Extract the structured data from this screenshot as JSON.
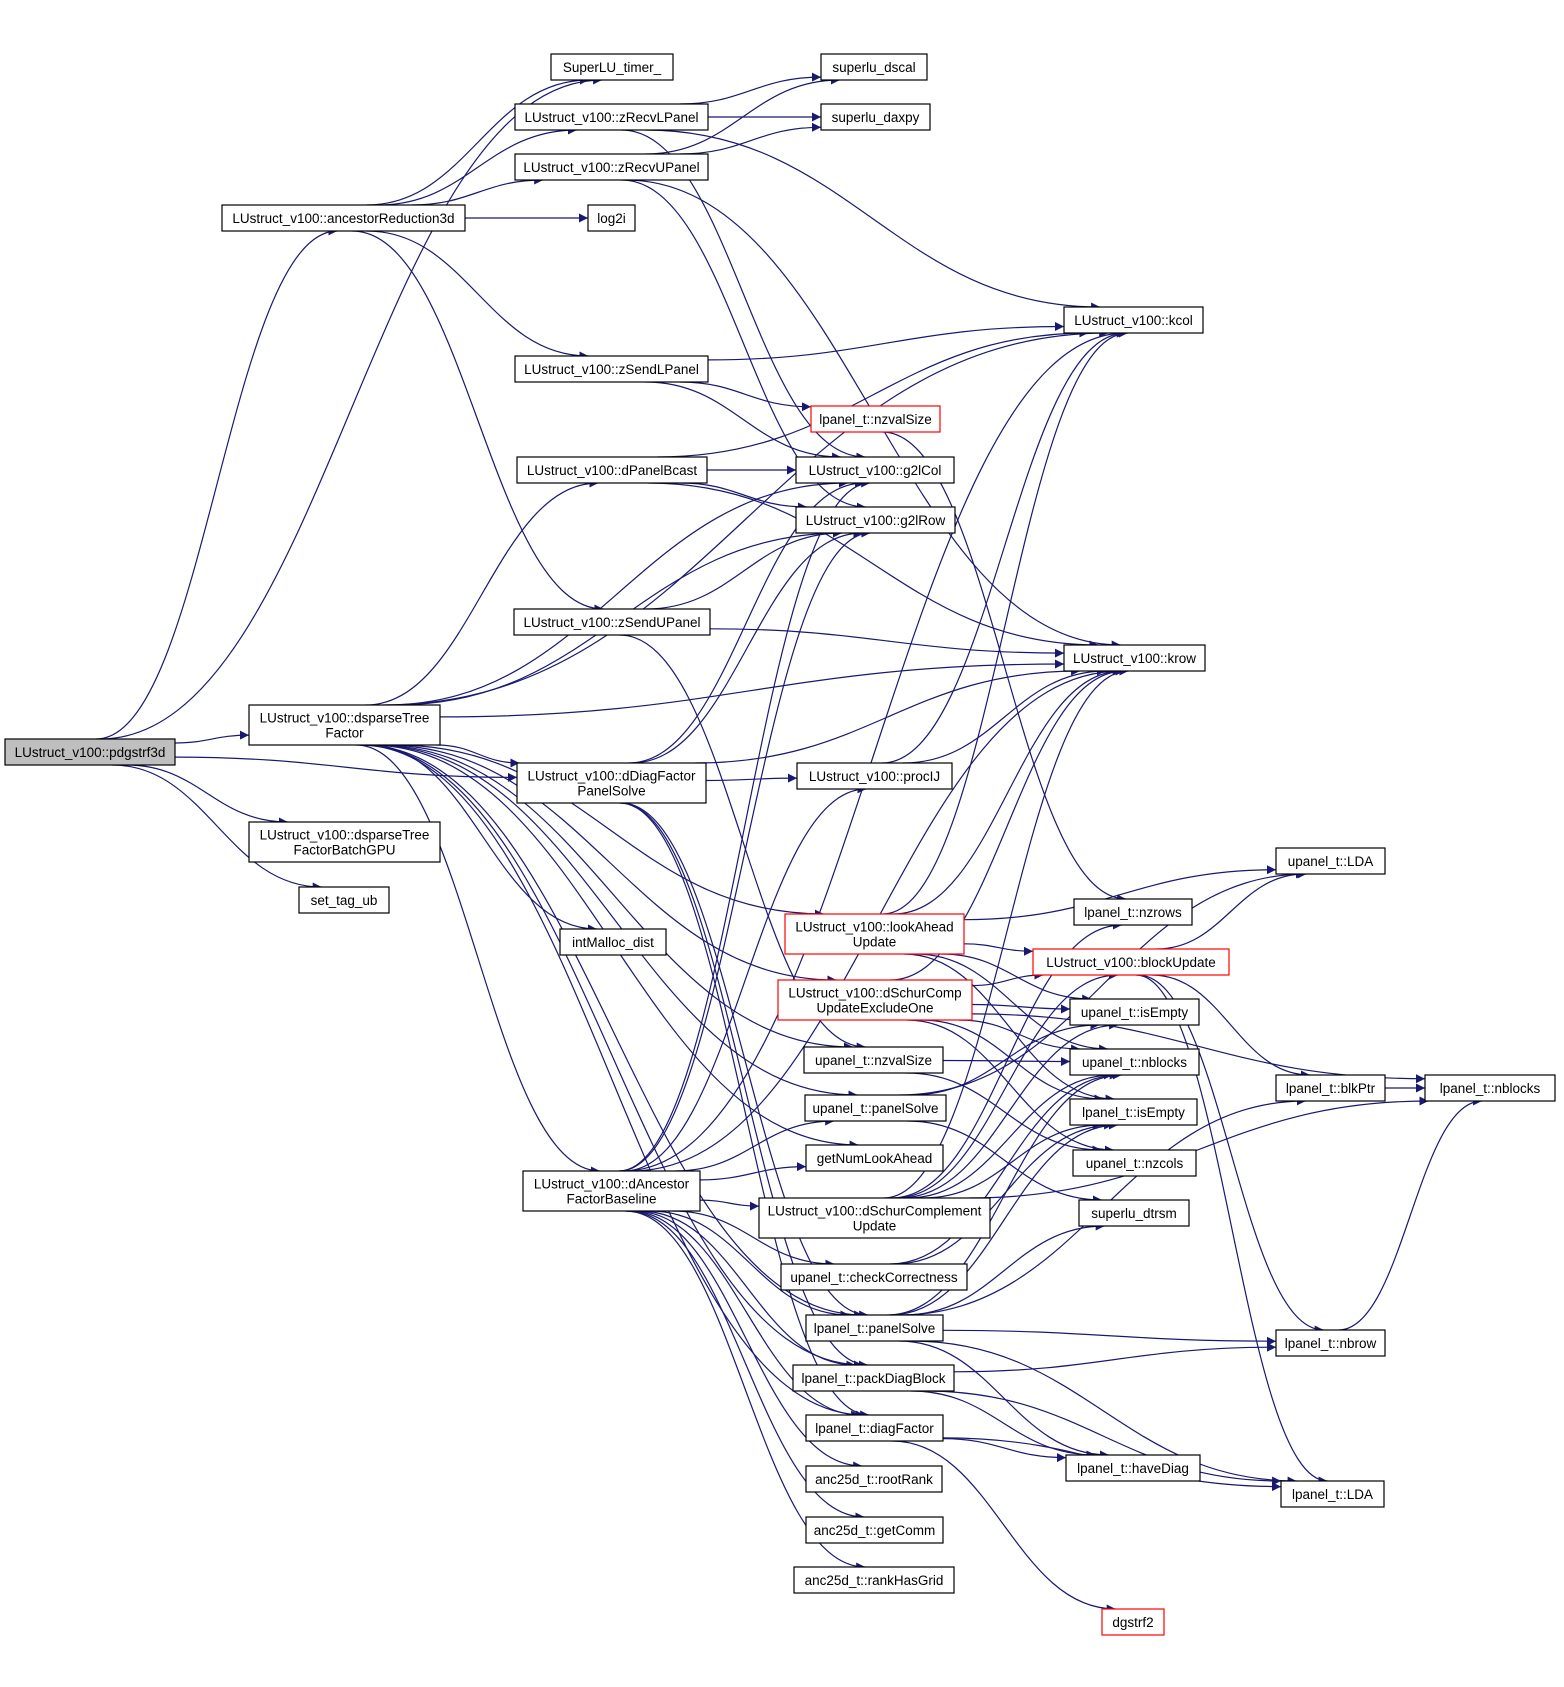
{
  "diagram": {
    "edge_color": "#191970",
    "highlight_color": "#ff0000",
    "root_fill": "#bfbfbf",
    "nodes": [
      {
        "id": "pdgstrf3d",
        "lines": [
          "LUstruct_v100::pdgstrf3d"
        ],
        "root": true
      },
      {
        "id": "superlu_timer",
        "lines": [
          "SuperLU_timer_"
        ]
      },
      {
        "id": "ancestorReduction3d",
        "lines": [
          "LUstruct_v100::ancestorReduction3d"
        ]
      },
      {
        "id": "dsparseTreeFactor",
        "lines": [
          "LUstruct_v100::dsparseTree",
          "Factor"
        ]
      },
      {
        "id": "dsparseTreeFactorBatchGPU",
        "lines": [
          "LUstruct_v100::dsparseTree",
          "FactorBatchGPU"
        ]
      },
      {
        "id": "set_tag_ub",
        "lines": [
          "set_tag_ub"
        ]
      },
      {
        "id": "zRecvLPanel",
        "lines": [
          "LUstruct_v100::zRecvLPanel"
        ]
      },
      {
        "id": "zRecvUPanel",
        "lines": [
          "LUstruct_v100::zRecvUPanel"
        ]
      },
      {
        "id": "log2i",
        "lines": [
          "log2i"
        ]
      },
      {
        "id": "zSendLPanel",
        "lines": [
          "LUstruct_v100::zSendLPanel"
        ]
      },
      {
        "id": "dPanelBcast",
        "lines": [
          "LUstruct_v100::dPanelBcast"
        ]
      },
      {
        "id": "zSendUPanel",
        "lines": [
          "LUstruct_v100::zSendUPanel"
        ]
      },
      {
        "id": "dDiagFactorPanelSolve",
        "lines": [
          "LUstruct_v100::dDiagFactor",
          "PanelSolve"
        ]
      },
      {
        "id": "intMalloc_dist",
        "lines": [
          "intMalloc_dist"
        ]
      },
      {
        "id": "dAncestorFactorBaseline",
        "lines": [
          "LUstruct_v100::dAncestor",
          "FactorBaseline"
        ]
      },
      {
        "id": "superlu_dscal",
        "lines": [
          "superlu_dscal"
        ]
      },
      {
        "id": "superlu_daxpy",
        "lines": [
          "superlu_daxpy"
        ]
      },
      {
        "id": "lpanel_nzvalSize",
        "lines": [
          "lpanel_t::nzvalSize"
        ],
        "red": true
      },
      {
        "id": "g2lCol",
        "lines": [
          "LUstruct_v100::g2lCol"
        ]
      },
      {
        "id": "g2lRow",
        "lines": [
          "LUstruct_v100::g2lRow"
        ]
      },
      {
        "id": "procIJ",
        "lines": [
          "LUstruct_v100::procIJ"
        ]
      },
      {
        "id": "lookAheadUpdate",
        "lines": [
          "LUstruct_v100::lookAhead",
          "Update"
        ],
        "red": true
      },
      {
        "id": "dSchurCompUpdateExcludeOne",
        "lines": [
          "LUstruct_v100::dSchurComp",
          "UpdateExcludeOne"
        ],
        "red": true
      },
      {
        "id": "upanel_nzvalSize",
        "lines": [
          "upanel_t::nzvalSize"
        ]
      },
      {
        "id": "upanel_panelSolve",
        "lines": [
          "upanel_t::panelSolve"
        ]
      },
      {
        "id": "getNumLookAhead",
        "lines": [
          "getNumLookAhead"
        ]
      },
      {
        "id": "dSchurComplementUpdate",
        "lines": [
          "LUstruct_v100::dSchurComplement",
          "Update"
        ]
      },
      {
        "id": "upanel_checkCorrectness",
        "lines": [
          "upanel_t::checkCorrectness"
        ]
      },
      {
        "id": "lpanel_panelSolve",
        "lines": [
          "lpanel_t::panelSolve"
        ]
      },
      {
        "id": "lpanel_packDiagBlock",
        "lines": [
          "lpanel_t::packDiagBlock"
        ]
      },
      {
        "id": "lpanel_diagFactor",
        "lines": [
          "lpanel_t::diagFactor"
        ]
      },
      {
        "id": "anc25d_rootRank",
        "lines": [
          "anc25d_t::rootRank"
        ]
      },
      {
        "id": "anc25d_getComm",
        "lines": [
          "anc25d_t::getComm"
        ]
      },
      {
        "id": "anc25d_rankHasGrid",
        "lines": [
          "anc25d_t::rankHasGrid"
        ]
      },
      {
        "id": "kcol",
        "lines": [
          "LUstruct_v100::kcol"
        ]
      },
      {
        "id": "krow",
        "lines": [
          "LUstruct_v100::krow"
        ]
      },
      {
        "id": "lpanel_nzrows",
        "lines": [
          "lpanel_t::nzrows"
        ]
      },
      {
        "id": "blockUpdate",
        "lines": [
          "LUstruct_v100::blockUpdate"
        ],
        "red": true
      },
      {
        "id": "upanel_isEmpty",
        "lines": [
          "upanel_t::isEmpty"
        ]
      },
      {
        "id": "upanel_nblocks",
        "lines": [
          "upanel_t::nblocks"
        ]
      },
      {
        "id": "lpanel_isEmpty",
        "lines": [
          "lpanel_t::isEmpty"
        ]
      },
      {
        "id": "upanel_nzcols",
        "lines": [
          "upanel_t::nzcols"
        ]
      },
      {
        "id": "superlu_dtrsm",
        "lines": [
          "superlu_dtrsm"
        ]
      },
      {
        "id": "lpanel_haveDiag",
        "lines": [
          "lpanel_t::haveDiag"
        ]
      },
      {
        "id": "dgstrf2",
        "lines": [
          "dgstrf2"
        ],
        "red": true
      },
      {
        "id": "upanel_LDA",
        "lines": [
          "upanel_t::LDA"
        ]
      },
      {
        "id": "lpanel_blkPtr",
        "lines": [
          "lpanel_t::blkPtr"
        ]
      },
      {
        "id": "lpanel_nbrow",
        "lines": [
          "lpanel_t::nbrow"
        ]
      },
      {
        "id": "lpanel_LDA",
        "lines": [
          "lpanel_t::LDA"
        ]
      },
      {
        "id": "lpanel_nblocks",
        "lines": [
          "lpanel_t::nblocks"
        ]
      }
    ],
    "edges": [
      [
        "pdgstrf3d",
        "superlu_timer"
      ],
      [
        "pdgstrf3d",
        "ancestorReduction3d"
      ],
      [
        "pdgstrf3d",
        "dsparseTreeFactor"
      ],
      [
        "pdgstrf3d",
        "dsparseTreeFactorBatchGPU"
      ],
      [
        "pdgstrf3d",
        "set_tag_ub"
      ],
      [
        "pdgstrf3d",
        "dDiagFactorPanelSolve"
      ],
      [
        "ancestorReduction3d",
        "superlu_timer"
      ],
      [
        "ancestorReduction3d",
        "zRecvLPanel"
      ],
      [
        "ancestorReduction3d",
        "zRecvUPanel"
      ],
      [
        "ancestorReduction3d",
        "log2i"
      ],
      [
        "ancestorReduction3d",
        "zSendLPanel"
      ],
      [
        "ancestorReduction3d",
        "zSendUPanel"
      ],
      [
        "zRecvLPanel",
        "superlu_dscal"
      ],
      [
        "zRecvLPanel",
        "superlu_daxpy"
      ],
      [
        "zRecvLPanel",
        "kcol"
      ],
      [
        "zRecvLPanel",
        "g2lCol"
      ],
      [
        "zRecvUPanel",
        "superlu_dscal"
      ],
      [
        "zRecvUPanel",
        "superlu_daxpy"
      ],
      [
        "zRecvUPanel",
        "krow"
      ],
      [
        "zRecvUPanel",
        "g2lRow"
      ],
      [
        "zSendLPanel",
        "kcol"
      ],
      [
        "zSendLPanel",
        "lpanel_nzvalSize"
      ],
      [
        "zSendLPanel",
        "g2lCol"
      ],
      [
        "zSendUPanel",
        "krow"
      ],
      [
        "zSendUPanel",
        "g2lRow"
      ],
      [
        "zSendUPanel",
        "upanel_nzvalSize"
      ],
      [
        "dPanelBcast",
        "g2lCol"
      ],
      [
        "dPanelBcast",
        "g2lRow"
      ],
      [
        "dPanelBcast",
        "kcol"
      ],
      [
        "dPanelBcast",
        "krow"
      ],
      [
        "dsparseTreeFactor",
        "kcol"
      ],
      [
        "dsparseTreeFactor",
        "dPanelBcast"
      ],
      [
        "dsparseTreeFactor",
        "g2lCol"
      ],
      [
        "dsparseTreeFactor",
        "g2lRow"
      ],
      [
        "dsparseTreeFactor",
        "krow"
      ],
      [
        "dsparseTreeFactor",
        "dDiagFactorPanelSolve"
      ],
      [
        "dsparseTreeFactor",
        "lookAheadUpdate"
      ],
      [
        "dsparseTreeFactor",
        "dSchurCompUpdateExcludeOne"
      ],
      [
        "dsparseTreeFactor",
        "intMalloc_dist"
      ],
      [
        "dsparseTreeFactor",
        "dAncestorFactorBaseline"
      ],
      [
        "dsparseTreeFactor",
        "getNumLookAhead"
      ],
      [
        "dsparseTreeFactor",
        "upanel_nzvalSize"
      ],
      [
        "dsparseTreeFactor",
        "upanel_panelSolve"
      ],
      [
        "dsparseTreeFactor",
        "lpanel_panelSolve"
      ],
      [
        "dsparseTreeFactor",
        "lpanel_packDiagBlock"
      ],
      [
        "dsparseTreeFactor",
        "lpanel_diagFactor"
      ],
      [
        "dDiagFactorPanelSolve",
        "procIJ"
      ],
      [
        "dDiagFactorPanelSolve",
        "krow"
      ],
      [
        "dDiagFactorPanelSolve",
        "g2lCol"
      ],
      [
        "dDiagFactorPanelSolve",
        "g2lRow"
      ],
      [
        "dDiagFactorPanelSolve",
        "lpanel_panelSolve"
      ],
      [
        "dDiagFactorPanelSolve",
        "lpanel_packDiagBlock"
      ],
      [
        "dDiagFactorPanelSolve",
        "lpanel_diagFactor"
      ],
      [
        "dAncestorFactorBaseline",
        "g2lCol"
      ],
      [
        "dAncestorFactorBaseline",
        "g2lRow"
      ],
      [
        "dAncestorFactorBaseline",
        "kcol"
      ],
      [
        "dAncestorFactorBaseline",
        "krow"
      ],
      [
        "dAncestorFactorBaseline",
        "procIJ"
      ],
      [
        "dAncestorFactorBaseline",
        "upanel_panelSolve"
      ],
      [
        "dAncestorFactorBaseline",
        "getNumLookAhead"
      ],
      [
        "dAncestorFactorBaseline",
        "dSchurComplementUpdate"
      ],
      [
        "dAncestorFactorBaseline",
        "upanel_checkCorrectness"
      ],
      [
        "dAncestorFactorBaseline",
        "lpanel_panelSolve"
      ],
      [
        "dAncestorFactorBaseline",
        "lpanel_packDiagBlock"
      ],
      [
        "dAncestorFactorBaseline",
        "lpanel_diagFactor"
      ],
      [
        "dAncestorFactorBaseline",
        "anc25d_rootRank"
      ],
      [
        "dAncestorFactorBaseline",
        "anc25d_getComm"
      ],
      [
        "dAncestorFactorBaseline",
        "anc25d_rankHasGrid"
      ],
      [
        "procIJ",
        "kcol"
      ],
      [
        "procIJ",
        "krow"
      ],
      [
        "lpanel_nzvalSize",
        "lpanel_nzrows"
      ],
      [
        "lookAheadUpdate",
        "krow"
      ],
      [
        "lookAheadUpdate",
        "kcol"
      ],
      [
        "lookAheadUpdate",
        "upanel_LDA"
      ],
      [
        "lookAheadUpdate",
        "blockUpdate"
      ],
      [
        "lookAheadUpdate",
        "upanel_isEmpty"
      ],
      [
        "lookAheadUpdate",
        "upanel_nblocks"
      ],
      [
        "lookAheadUpdate",
        "lpanel_isEmpty"
      ],
      [
        "dSchurCompUpdateExcludeOne",
        "krow"
      ],
      [
        "dSchurCompUpdateExcludeOne",
        "lpanel_nblocks"
      ],
      [
        "dSchurCompUpdateExcludeOne",
        "blockUpdate"
      ],
      [
        "dSchurCompUpdateExcludeOne",
        "upanel_isEmpty"
      ],
      [
        "dSchurCompUpdateExcludeOne",
        "upanel_nblocks"
      ],
      [
        "dSchurCompUpdateExcludeOne",
        "lpanel_isEmpty"
      ],
      [
        "dSchurCompUpdateExcludeOne",
        "upanel_nzcols"
      ],
      [
        "upanel_nzvalSize",
        "upanel_nblocks"
      ],
      [
        "upanel_nzvalSize",
        "upanel_nzcols"
      ],
      [
        "upanel_panelSolve",
        "upanel_LDA"
      ],
      [
        "upanel_panelSolve",
        "upanel_isEmpty"
      ],
      [
        "upanel_panelSolve",
        "superlu_dtrsm"
      ],
      [
        "dSchurComplementUpdate",
        "krow"
      ],
      [
        "dSchurComplementUpdate",
        "lpanel_nzrows"
      ],
      [
        "dSchurComplementUpdate",
        "blockUpdate"
      ],
      [
        "dSchurComplementUpdate",
        "upanel_isEmpty"
      ],
      [
        "dSchurComplementUpdate",
        "upanel_nblocks"
      ],
      [
        "dSchurComplementUpdate",
        "lpanel_isEmpty"
      ],
      [
        "dSchurComplementUpdate",
        "lpanel_nblocks"
      ],
      [
        "upanel_checkCorrectness",
        "upanel_nblocks"
      ],
      [
        "upanel_checkCorrectness",
        "lpanel_isEmpty"
      ],
      [
        "lpanel_panelSolve",
        "lpanel_blkPtr"
      ],
      [
        "lpanel_panelSolve",
        "lpanel_nbrow"
      ],
      [
        "lpanel_panelSolve",
        "lpanel_LDA"
      ],
      [
        "lpanel_panelSolve",
        "superlu_dtrsm"
      ],
      [
        "lpanel_panelSolve",
        "lpanel_isEmpty"
      ],
      [
        "lpanel_panelSolve",
        "upanel_nblocks"
      ],
      [
        "lpanel_panelSolve",
        "lpanel_haveDiag"
      ],
      [
        "lpanel_packDiagBlock",
        "lpanel_haveDiag"
      ],
      [
        "lpanel_packDiagBlock",
        "lpanel_LDA"
      ],
      [
        "lpanel_packDiagBlock",
        "lpanel_nbrow"
      ],
      [
        "lpanel_diagFactor",
        "dgstrf2"
      ],
      [
        "lpanel_diagFactor",
        "lpanel_haveDiag"
      ],
      [
        "lpanel_diagFactor",
        "lpanel_LDA"
      ],
      [
        "blockUpdate",
        "lpanel_blkPtr"
      ],
      [
        "blockUpdate",
        "lpanel_nbrow"
      ],
      [
        "blockUpdate",
        "lpanel_LDA"
      ],
      [
        "blockUpdate",
        "upanel_LDA"
      ],
      [
        "lpanel_blkPtr",
        "lpanel_nblocks"
      ],
      [
        "lpanel_nbrow",
        "lpanel_nblocks"
      ]
    ]
  }
}
